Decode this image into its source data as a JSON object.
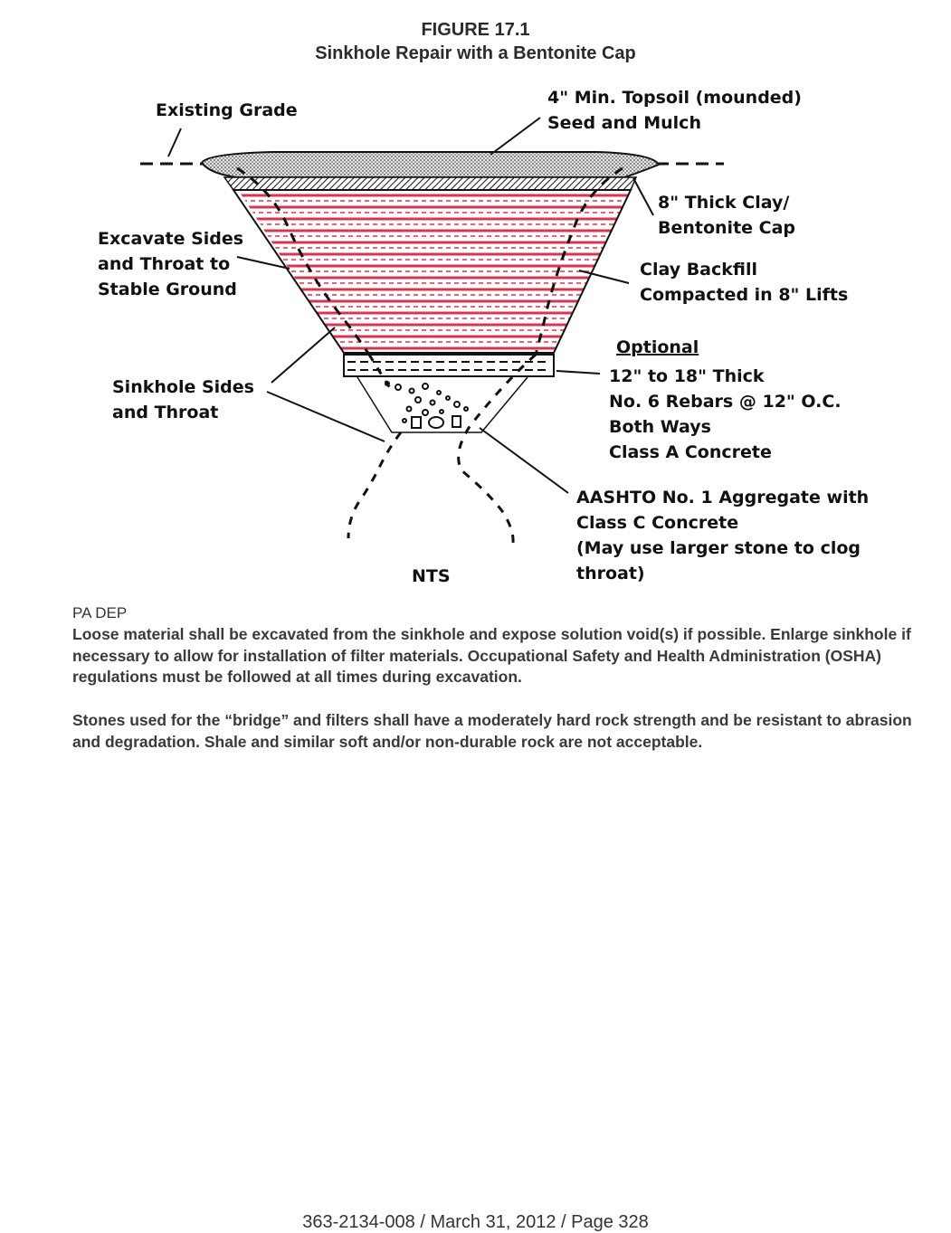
{
  "figure": {
    "number": "FIGURE 17.1",
    "title": "Sinkhole Repair with a Bentonite Cap"
  },
  "labels": {
    "existing_grade": "Existing Grade",
    "topsoil_line1": "4\" Min. Topsoil (mounded)",
    "topsoil_line2": "Seed and Mulch",
    "cap_line1": "8\" Thick Clay/",
    "cap_line2": "Bentonite Cap",
    "excavate_line1": "Excavate Sides",
    "excavate_line2": "and Throat to",
    "excavate_line3": "Stable Ground",
    "backfill_line1": "Clay Backfill",
    "backfill_line2": "Compacted in 8\" Lifts",
    "optional": "Optional",
    "concrete_line1": "12\" to 18\" Thick",
    "concrete_line2": "No. 6 Rebars @ 12\" O.C.",
    "concrete_line3": "Both Ways",
    "concrete_line4": "Class A Concrete",
    "sides_line1": "Sinkhole Sides",
    "sides_line2": "and Throat",
    "aggregate_line1": "AASHTO No. 1 Aggregate with",
    "aggregate_line2": "Class C Concrete",
    "aggregate_line3": "(May use larger stone to clog",
    "aggregate_line4": "throat)",
    "nts": "NTS"
  },
  "colors": {
    "backfill_lines": "#d4374f",
    "ink": "#111111",
    "topsoil_fill": "#d9d9d9"
  },
  "notes": {
    "source": "PA DEP",
    "paragraph1": "Loose material shall be excavated from the sinkhole and expose solution void(s) if possible. Enlarge sinkhole if necessary to allow for installation of filter materials.  Occupational Safety and Health Administration (OSHA) regulations must be followed at all times during excavation.",
    "paragraph2": "Stones used for the “bridge” and filters shall have a moderately hard rock strength and be resistant to abrasion and degradation.  Shale and similar soft and/or non-durable rock are not acceptable."
  },
  "footer": "363-2134-008 / March 31, 2012 / Page 328"
}
